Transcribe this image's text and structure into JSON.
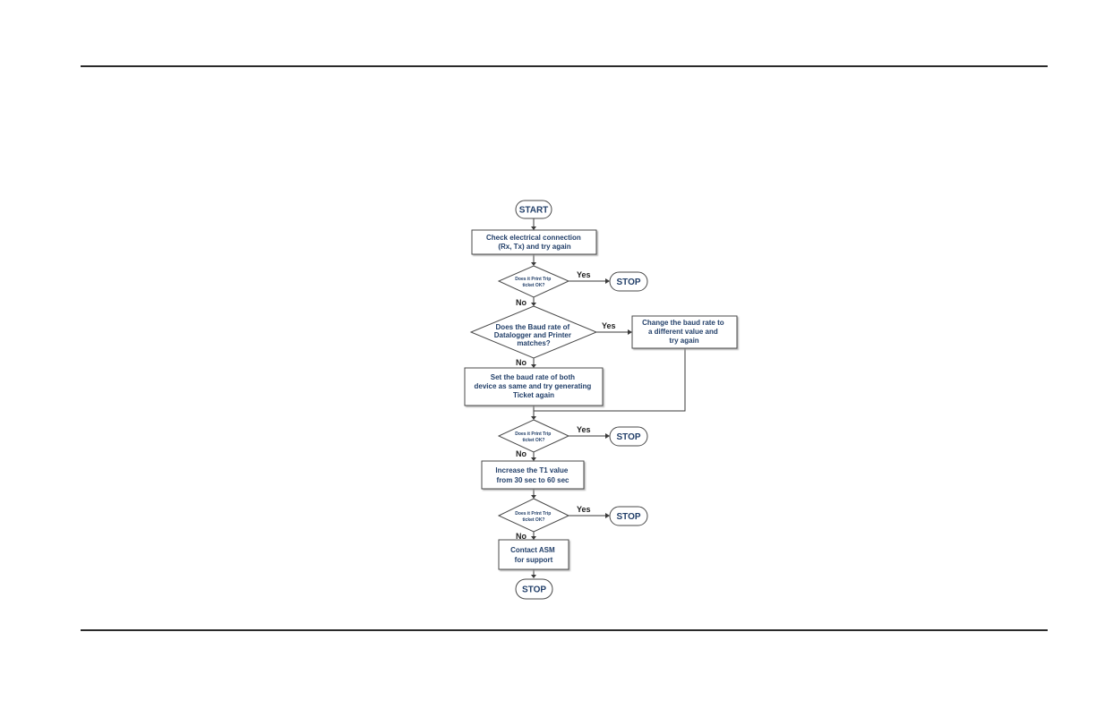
{
  "flowchart": {
    "start": "START",
    "step1": [
      "Check electrical connection",
      "(Rx, Tx) and try again"
    ],
    "decision1": [
      "Does it Print Trip",
      "ticket OK?"
    ],
    "yes1": "Yes",
    "stop1": "STOP",
    "no1": "No",
    "decision2": [
      "Does the Baud rate of",
      "Datalogger and Printer",
      "matches?"
    ],
    "yes2": "Yes",
    "change_box": [
      "Change the baud rate to",
      "a different value and",
      "try again"
    ],
    "no2": "No",
    "set_box": [
      "Set the baud rate of both",
      "device as same and try generating",
      "Ticket again"
    ],
    "decision3": [
      "Does it Print Trip",
      "ticket OK?"
    ],
    "yes3": "Yes",
    "stop3": "STOP",
    "no3": "No",
    "increase_box": [
      "Increase the T1 value",
      "from 30 sec to 60 sec"
    ],
    "decision4": [
      "Does it Print Trip",
      "ticket OK?"
    ],
    "yes4": "Yes",
    "stop4": "STOP",
    "no4": "No",
    "contact_box": [
      "Contact ASM",
      "for support"
    ],
    "stop_final": "STOP"
  }
}
